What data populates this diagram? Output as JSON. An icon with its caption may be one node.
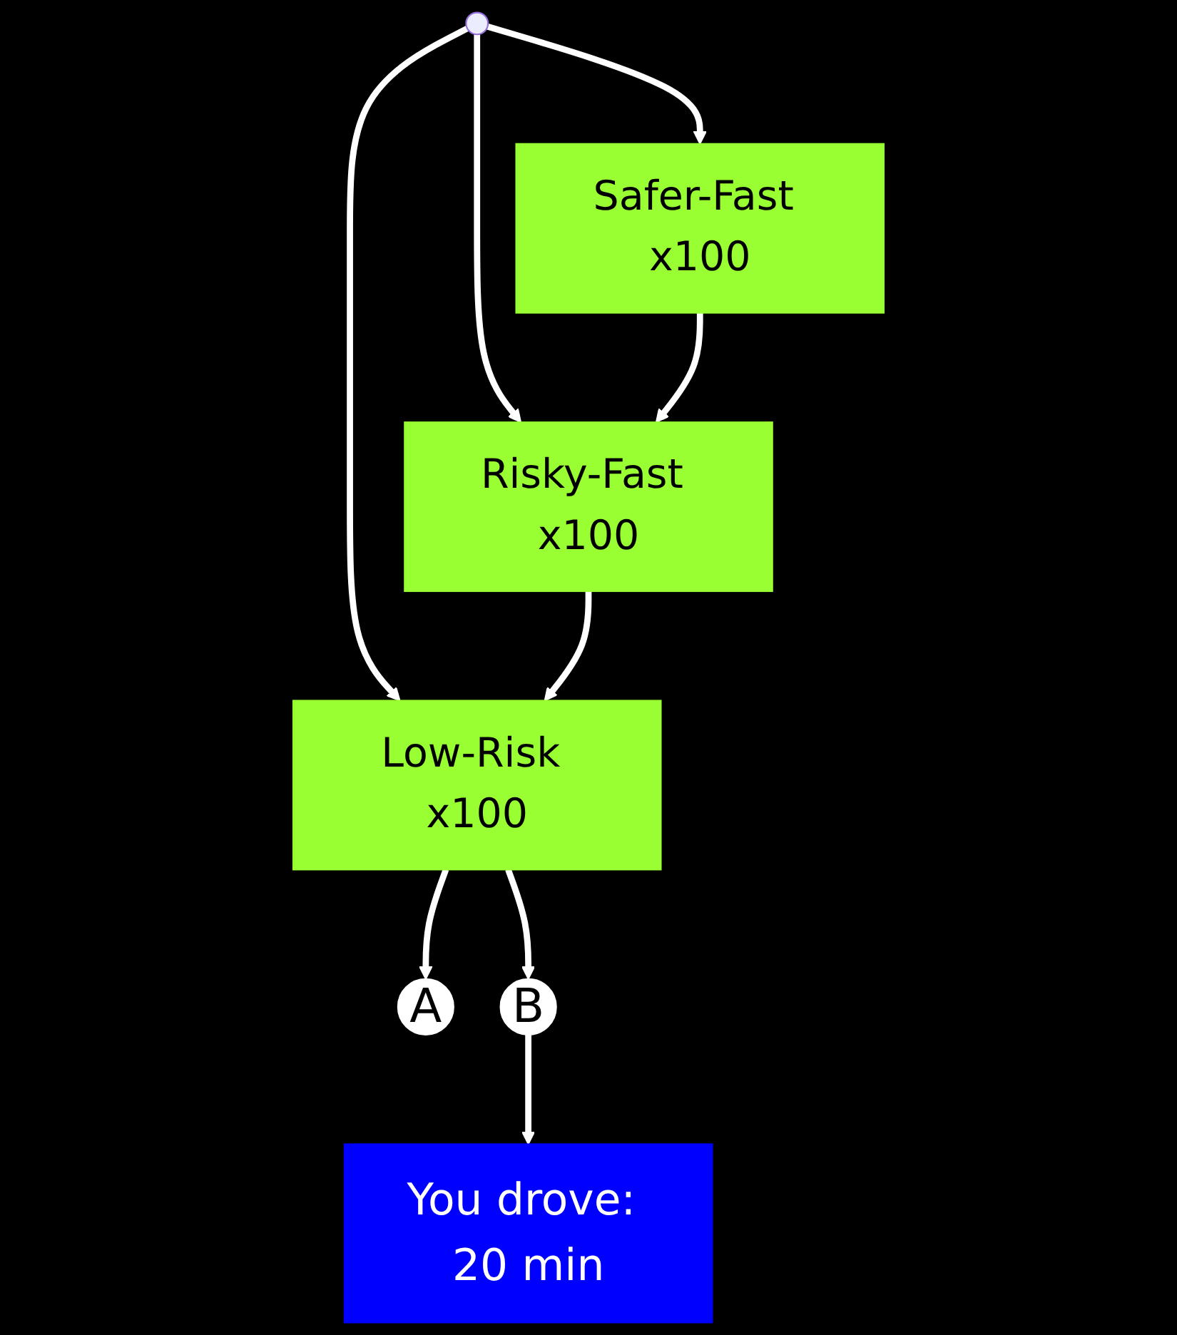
{
  "diagram": {
    "nodes": [
      {
        "text": [
          "Safer-Fast x100"
        ]
      },
      {
        "text": [
          "Risky-Fast x100"
        ]
      },
      {
        "text": [
          "Low-Risk x100"
        ]
      },
      {
        "text": [
          "A"
        ]
      },
      {
        "text": [
          "B"
        ]
      },
      {
        "text": [
          "You drove: 20 min"
        ]
      }
    ],
    "edges": [
      {
        "from": null,
        "to": 0,
        "arrow": "to"
      },
      {
        "from": null,
        "to": 1,
        "arrow": "to"
      },
      {
        "from": null,
        "to": 2,
        "arrow": "to"
      },
      {
        "from": 0,
        "to": 1,
        "arrow": "to"
      },
      {
        "from": 1,
        "to": 2,
        "arrow": "to"
      },
      {
        "from": 2,
        "to": 3,
        "arrow": "to"
      },
      {
        "from": 2,
        "to": 4,
        "arrow": "to"
      },
      {
        "from": 4,
        "to": 5,
        "arrow": "to"
      }
    ]
  }
}
